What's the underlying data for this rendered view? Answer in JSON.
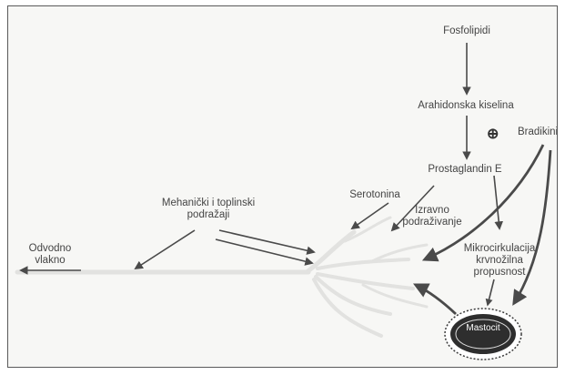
{
  "labels": {
    "fosfolipidi": "Fosfolipidi",
    "arahidonska": "Arahidonska kiselina",
    "bradikinin": "Bradikinin",
    "prostaglandin": "Prostaglandin E",
    "serotonin": "Serotonina",
    "izravno_line1": "Izravno",
    "izravno_line2": "podraživanje",
    "mehanicki_line1": "Mehanički i toplinski",
    "mehanicki_line2": "podražaji",
    "odvodno_line1": "Odvodno",
    "odvodno_line2": "vlakno",
    "mikro_line1": "Mikrocirkulacija",
    "mikro_line2": "krvnožilna",
    "mikro_line3": "propusnost",
    "mastocit": "Mastocit",
    "plus_symbol": "⊕"
  },
  "colors": {
    "background": "#f7f7f5",
    "nerve": "#e4e4e2",
    "arrow": "#4a4a4a",
    "cell_fill": "#2e2e2e"
  }
}
